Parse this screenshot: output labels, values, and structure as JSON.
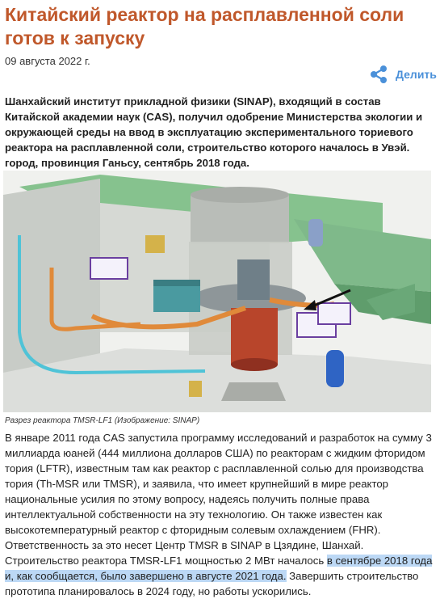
{
  "article": {
    "title": "Китайский реактор на расплавленной соли готов к запуску",
    "date": "09 августа 2022 г.",
    "share": {
      "label": "Делить",
      "icon": "share-icon"
    },
    "lead": "Шанхайский институт прикладной физики (SINAP), входящий в состав Китайской академии наук (CAS), получил одобрение Министерства экологии и окружающей среды на ввод в эксплуатацию экспериментального ториевого реактора на расплавленной соли, строительство которого началось в Увэй. город, провинция Ганьсу, сентябрь 2018 года.",
    "image": {
      "caption": "Разрез реактора TMSR-LF1 (Изображение: SINAP)"
    },
    "paragraph1": "В январе 2011 года CAS запустила программу исследований и разработок на сумму 3 миллиарда юаней (444 миллиона долларов США) по реакторам с жидким фторидом тория (LFTR), известным там как реактор с расплавленной солью для производства тория (Th-MSR или TMSR), и заявила, что имеет крупнейший в мире реактор национальные усилия по этому вопросу, надеясь получить полные права интеллектуальной собственности на эту технологию. Он также известен как высокотемпературный реактор с фторидным солевым охлаждением (FHR). Ответственность за это несет Центр TMSR в SINAP в Цзядине, Шанхай.",
    "paragraph2": {
      "part1": "Строительство реактора TMSR-LF1 мощностью 2 МВт началось ",
      "highlight": "в сентябре 2018 года и, как сообщается, было завершено в августе 2021 года.",
      "part2": " Завершить строительство прототипа планировалось в 2024 году, но работы ускорились."
    }
  },
  "colors": {
    "title": "#c0582b",
    "share": "#4a90d9",
    "highlight": "#bcd8f5"
  }
}
